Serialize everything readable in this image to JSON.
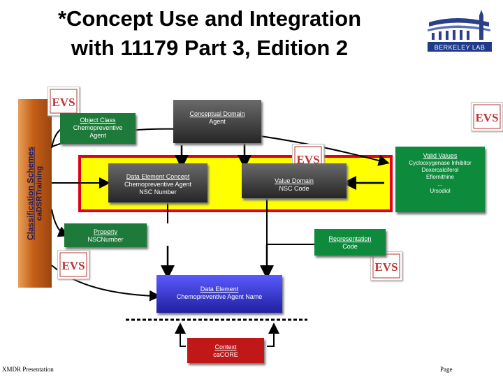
{
  "title": {
    "line1": "*Concept Use and Integration",
    "line2": "with 11179 Part 3, Edition 2"
  },
  "logo": {
    "text": "BERKELEY LAB"
  },
  "evs_label": "EVS",
  "classification": {
    "heading": "Classification Schemes",
    "value": "caDSRTraining"
  },
  "object_class": {
    "heading": "Object Class",
    "line1": "Chemopreventive",
    "line2": "Agent"
  },
  "conceptual_domain": {
    "heading": "Conceptual Domain",
    "value": "Agent"
  },
  "valid_values": {
    "heading": "Valid Values",
    "items": [
      "Cyclooxygenase Inhibitor",
      "Doxercalciferol",
      "Eflornithine",
      "...",
      "Ursodiol"
    ]
  },
  "data_element_concept": {
    "heading": "Data Element Concept",
    "line1": "Chemopreventive Agent",
    "line2": "NSC Number"
  },
  "value_domain": {
    "heading": "Value Domain",
    "value": "NSC Code"
  },
  "property": {
    "heading": "Property",
    "value": "NSCNumber"
  },
  "representation": {
    "heading": "Representation",
    "value": "Code"
  },
  "data_element": {
    "heading": "Data Element",
    "value": "Chemopreventive Agent Name"
  },
  "context": {
    "heading": "Context",
    "value": "caCORE"
  },
  "footer": {
    "left": "XMDR Presentation",
    "right": "Page"
  },
  "colors": {
    "object_class": "#1e7a3a",
    "conceptual_domain": "#3a3a3a",
    "valid_values": "#0e8a3c",
    "data_element_concept": "#3a3a3a",
    "value_domain": "#3a3a3a",
    "property": "#1e7a3a",
    "representation": "#0e8a3c",
    "data_element": "#2a2ab8",
    "context": "#c01818",
    "highlight_fill": "#ffff00",
    "highlight_border": "#e0001a",
    "side_bar": "#c65f17"
  }
}
